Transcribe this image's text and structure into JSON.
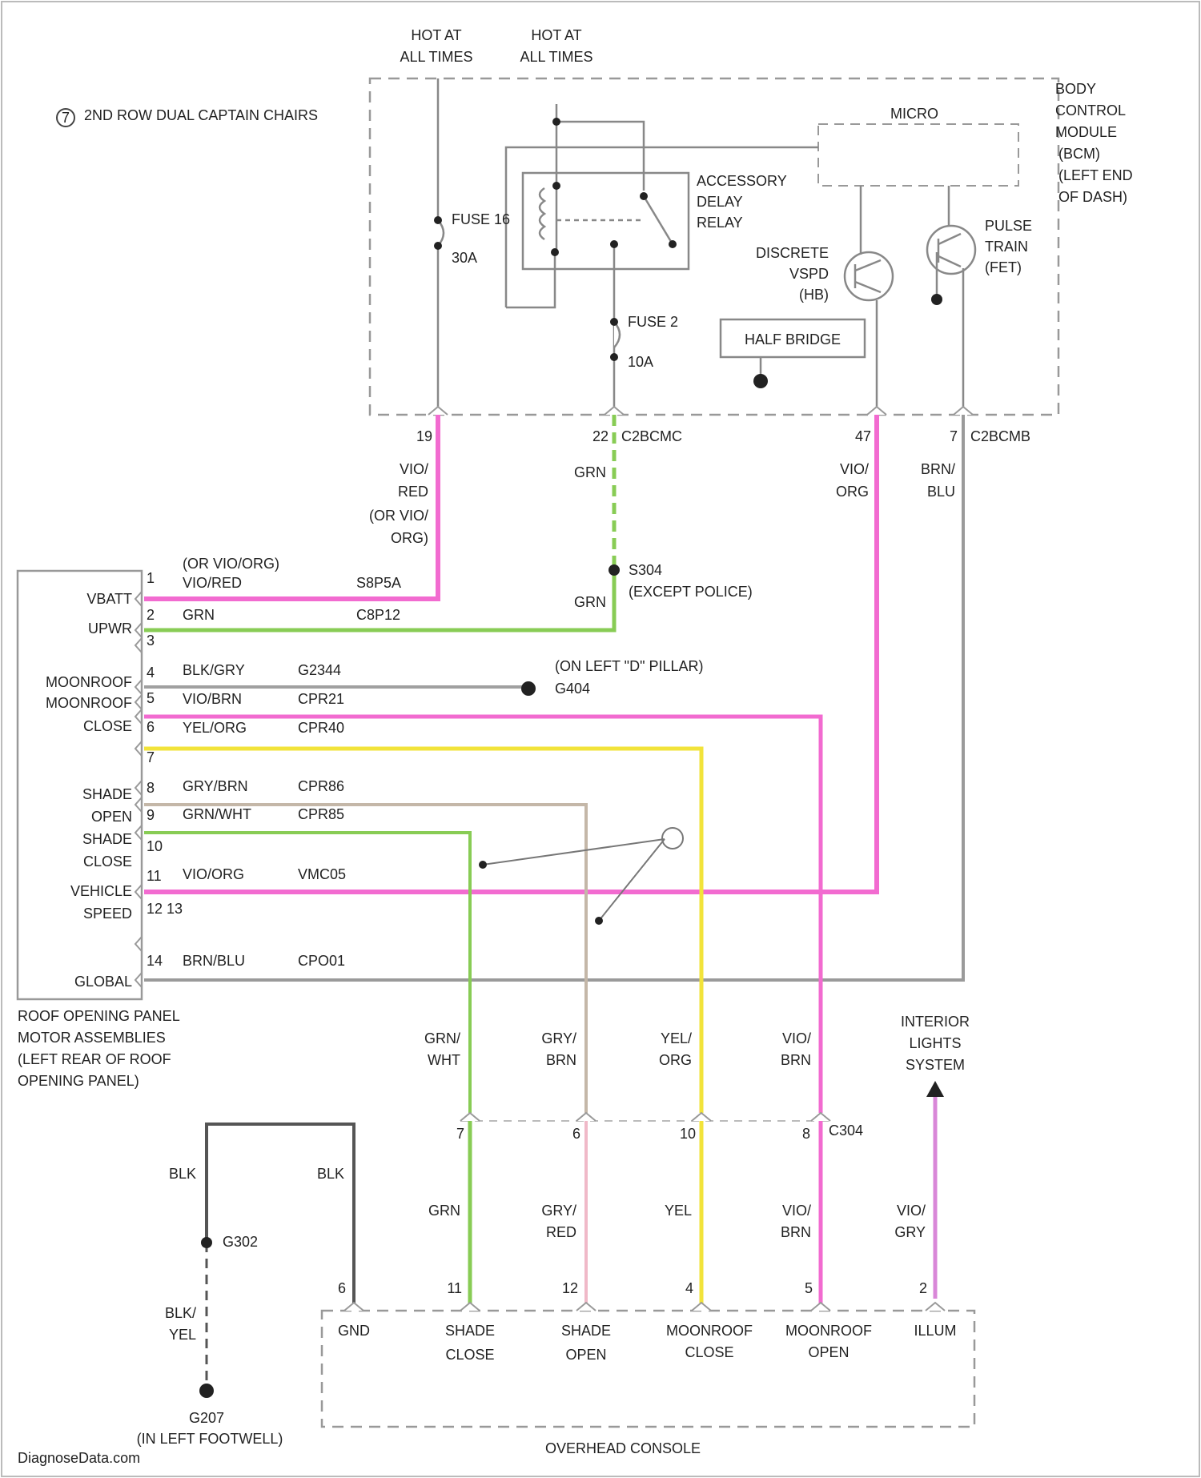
{
  "diagram": {
    "note": "2ND ROW DUAL CAPTAIN CHAIRS",
    "note_marker": "7",
    "footer": "DiagnoseData.com"
  },
  "supply": {
    "hot_a": [
      "HOT AT",
      "ALL TIMES"
    ],
    "hot_b": [
      "HOT AT",
      "ALL TIMES"
    ]
  },
  "bcm": {
    "title": [
      "BODY",
      "CONTROL",
      "MODULE",
      "(BCM)",
      "(LEFT END",
      "OF DASH)"
    ],
    "micro": "MICRO",
    "relay": [
      "ACCESSORY",
      "DELAY",
      "RELAY"
    ],
    "fuse1": [
      "FUSE 16",
      "30A"
    ],
    "fuse2": [
      "FUSE 2",
      "10A"
    ],
    "discrete": [
      "DISCRETE",
      "VSPD",
      "(HB)"
    ],
    "pulse": [
      "PULSE",
      "TRAIN",
      "(FET)"
    ],
    "half_bridge": "HALF BRIDGE",
    "pins": [
      "19",
      "22",
      "47",
      "7"
    ],
    "conn1": "C2BCMC",
    "conn2": "C2BCMB"
  },
  "upper_wires": {
    "w1": [
      "VIO/",
      "RED",
      "(OR VIO/",
      "ORG)"
    ],
    "w2": "GRN",
    "w3": [
      "VIO/",
      "ORG"
    ],
    "w4": [
      "BRN/",
      "BLU"
    ]
  },
  "splice": [
    "S304",
    "(EXCEPT POLICE)"
  ],
  "ground_g404": [
    "(ON LEFT \"D\" PILLAR)",
    "G404"
  ],
  "motor": {
    "labels": [
      "VBATT",
      "UPWR",
      "MOONROOF",
      "MOONROOF",
      "CLOSE",
      "SHADE",
      "OPEN",
      "SHADE",
      "CLOSE",
      "VEHICLE",
      "SPEED",
      "GLOBAL"
    ],
    "caption": [
      "ROOF OPENING PANEL",
      "MOTOR ASSEMBLIES",
      "(LEFT REAR OF ROOF",
      "OPENING PANEL)"
    ],
    "pins": [
      "1",
      "2",
      "3",
      "4",
      "5",
      "6",
      "7",
      "8",
      "9",
      "10",
      "11",
      "12 13",
      "14"
    ],
    "wires": [
      {
        "pin": "1",
        "color": "VIO/RED",
        "circuit": "S8P5A",
        "alt": "(OR VIO/ORG)"
      },
      {
        "pin": "2",
        "color": "GRN",
        "circuit": "C8P12"
      },
      {
        "pin": "4",
        "color": "BLK/GRY",
        "circuit": "G2344"
      },
      {
        "pin": "5",
        "color": "VIO/BRN",
        "circuit": "CPR21"
      },
      {
        "pin": "6",
        "color": "YEL/ORG",
        "circuit": "CPR40"
      },
      {
        "pin": "8",
        "color": "GRY/BRN",
        "circuit": "CPR86"
      },
      {
        "pin": "9",
        "color": "GRN/WHT",
        "circuit": "CPR85"
      },
      {
        "pin": "11",
        "color": "VIO/ORG",
        "circuit": "VMC05"
      },
      {
        "pin": "14",
        "color": "BRN/BLU",
        "circuit": "CPO01"
      }
    ]
  },
  "mid_wires": {
    "w1": [
      "GRN/",
      "WHT"
    ],
    "w2": [
      "GRY/",
      "BRN"
    ],
    "w3": [
      "YEL/",
      "ORG"
    ],
    "w4": [
      "VIO/",
      "BRN"
    ]
  },
  "interior": [
    "INTERIOR",
    "LIGHTS",
    "SYSTEM"
  ],
  "connector_c304": {
    "pins": [
      "7",
      "6",
      "10",
      "8"
    ],
    "label": "C304"
  },
  "lower_wires": {
    "blk1": "BLK",
    "blk2": "BLK",
    "g302": "G302",
    "blkyel": [
      "BLK/",
      "YEL"
    ],
    "g207": [
      "G207",
      "(IN LEFT FOOTWELL)"
    ],
    "w1": "GRN",
    "w2": [
      "GRY/",
      "RED"
    ],
    "w3": "YEL",
    "w4": [
      "VIO/",
      "BRN"
    ],
    "w5": [
      "VIO/",
      "GRY"
    ]
  },
  "console": {
    "title": "OVERHEAD CONSOLE",
    "pins": [
      "6",
      "11",
      "12",
      "4",
      "5",
      "2"
    ],
    "labels": [
      [
        "GND"
      ],
      [
        "SHADE",
        "CLOSE"
      ],
      [
        "SHADE",
        "OPEN"
      ],
      [
        "MOONROOF",
        "CLOSE"
      ],
      [
        "MOONROOF",
        "OPEN"
      ],
      [
        "ILLUM"
      ]
    ]
  },
  "colors": {
    "pink": "#f26bd0",
    "green": "#88cc55",
    "yellow": "#f2e33a",
    "gray": "#9a9a9a",
    "lightgray": "#c4b7a8",
    "lightpink": "#f0b9c8",
    "violet": "#d987d8",
    "dark": "#555555"
  }
}
